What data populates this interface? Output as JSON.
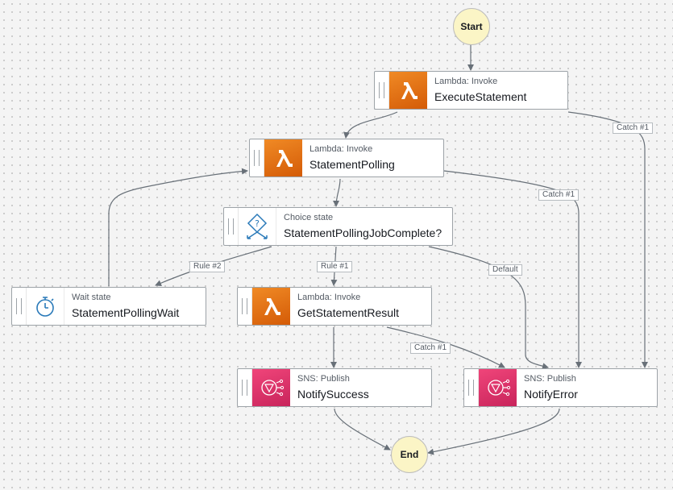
{
  "diagram": {
    "start_label": "Start",
    "end_label": "End",
    "states": {
      "execute_statement": {
        "type": "Lambda: Invoke",
        "name": "ExecuteStatement",
        "icon": "lambda-icon"
      },
      "statement_polling": {
        "type": "Lambda: Invoke",
        "name": "StatementPolling",
        "icon": "lambda-icon"
      },
      "choice": {
        "type": "Choice state",
        "name": "StatementPollingJobComplete?",
        "icon": "choice-icon"
      },
      "wait": {
        "type": "Wait state",
        "name": "StatementPollingWait",
        "icon": "stopwatch-icon"
      },
      "get_result": {
        "type": "Lambda: Invoke",
        "name": "GetStatementResult",
        "icon": "lambda-icon"
      },
      "notify_success": {
        "type": "SNS: Publish",
        "name": "NotifySuccess",
        "icon": "sns-icon"
      },
      "notify_error": {
        "type": "SNS: Publish",
        "name": "NotifyError",
        "icon": "sns-icon"
      }
    },
    "edge_labels": {
      "catch_execute": "Catch #1",
      "catch_polling": "Catch #1",
      "rule_2": "Rule #2",
      "rule_1": "Rule #1",
      "default": "Default",
      "catch_result": "Catch #1"
    },
    "colors": {
      "lambda": "#e8730f",
      "sns": "#e7336b",
      "terminal_fill": "#fbf5c6",
      "edge": "#687078",
      "choice_icon": "#2a7ab9"
    }
  }
}
